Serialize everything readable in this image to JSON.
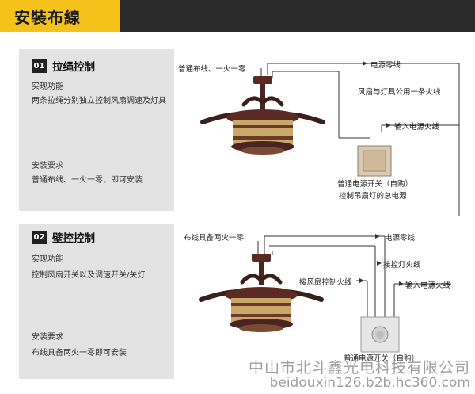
{
  "header": {
    "title": "安裝布線"
  },
  "sections": [
    {
      "num": "01",
      "title": "拉绳控制",
      "feature_heading": "实现功能",
      "feature_text": "两条拉绳分别独立控制风扇调速及灯具",
      "req_heading": "安装要求",
      "req_text": "普通布线、一火一零，即可安装",
      "labels": {
        "top_left": "普通布线、一火一零",
        "neutral": "电源零线",
        "shared": "风扇与灯具公用一条火线",
        "live": "输入电源火线",
        "switch": "普通电源开关（自购）",
        "switch_desc": "控制吊扇灯的总电源"
      }
    },
    {
      "num": "02",
      "title": "壁控控制",
      "feature_heading": "实现功能",
      "feature_text": "控制风扇开关以及调速开关/关灯",
      "req_heading": "安装要求",
      "req_text": "布线具备两火一零即可安装",
      "labels": {
        "top_left": "布线具备两火一零",
        "neutral": "电源零线",
        "lamp_live": "接控灯火线",
        "fan_live": "接风扇控制火线",
        "live": "输入电源火线",
        "switch": "普通电源开关（自购）"
      }
    }
  ],
  "watermark": {
    "company": "中山市北斗鑫光电科技有限公司",
    "url": "beidouxin126.b2b.hc360.com"
  }
}
